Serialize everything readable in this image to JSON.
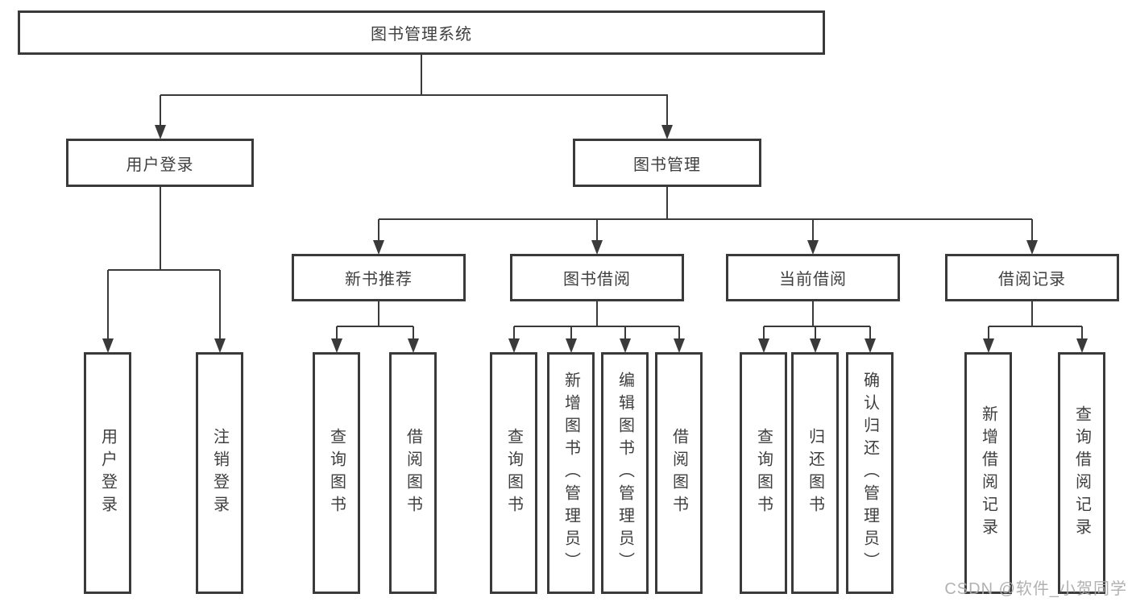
{
  "diagram": {
    "title": "图书管理系统",
    "watermark": "CSDN @软件_小贺同学",
    "colors": {
      "line": "#3a3a3a",
      "text": "#3f3f3f",
      "background": "#ffffff",
      "watermark": "#ababab"
    },
    "nodes": [
      {
        "id": "root",
        "label": "图书管理系统"
      },
      {
        "id": "user-login",
        "label": "用户登录"
      },
      {
        "id": "book-mgmt",
        "label": "图书管理"
      },
      {
        "id": "new-book-rec",
        "label": "新书推荐"
      },
      {
        "id": "book-borrow",
        "label": "图书借阅"
      },
      {
        "id": "current-borrow",
        "label": "当前借阅"
      },
      {
        "id": "borrow-records",
        "label": "借阅记录"
      },
      {
        "id": "leaf-user-login",
        "label": "用户登录"
      },
      {
        "id": "leaf-logout",
        "label": "注销登录"
      },
      {
        "id": "leaf-rec-query",
        "label": "查询图书"
      },
      {
        "id": "leaf-rec-borrow",
        "label": "借阅图书"
      },
      {
        "id": "leaf-bb-query",
        "label": "查询图书"
      },
      {
        "id": "leaf-bb-add",
        "label": "新增图书（管理员）"
      },
      {
        "id": "leaf-bb-edit",
        "label": "编辑图书（管理员）"
      },
      {
        "id": "leaf-bb-borrow",
        "label": "借阅图书"
      },
      {
        "id": "leaf-cb-query",
        "label": "查询图书"
      },
      {
        "id": "leaf-cb-return",
        "label": "归还图书"
      },
      {
        "id": "leaf-cb-confirm",
        "label": "确认归还（管理员）"
      },
      {
        "id": "leaf-br-add",
        "label": "新增借阅记录"
      },
      {
        "id": "leaf-br-query",
        "label": "查询借阅记录"
      }
    ],
    "edges": [
      [
        "root",
        "user-login"
      ],
      [
        "root",
        "book-mgmt"
      ],
      [
        "user-login",
        "leaf-user-login"
      ],
      [
        "user-login",
        "leaf-logout"
      ],
      [
        "book-mgmt",
        "new-book-rec"
      ],
      [
        "book-mgmt",
        "book-borrow"
      ],
      [
        "book-mgmt",
        "current-borrow"
      ],
      [
        "book-mgmt",
        "borrow-records"
      ],
      [
        "new-book-rec",
        "leaf-rec-query"
      ],
      [
        "new-book-rec",
        "leaf-rec-borrow"
      ],
      [
        "book-borrow",
        "leaf-bb-query"
      ],
      [
        "book-borrow",
        "leaf-bb-add"
      ],
      [
        "book-borrow",
        "leaf-bb-edit"
      ],
      [
        "book-borrow",
        "leaf-bb-borrow"
      ],
      [
        "current-borrow",
        "leaf-cb-query"
      ],
      [
        "current-borrow",
        "leaf-cb-return"
      ],
      [
        "current-borrow",
        "leaf-cb-confirm"
      ],
      [
        "borrow-records",
        "leaf-br-add"
      ],
      [
        "borrow-records",
        "leaf-br-query"
      ]
    ]
  }
}
